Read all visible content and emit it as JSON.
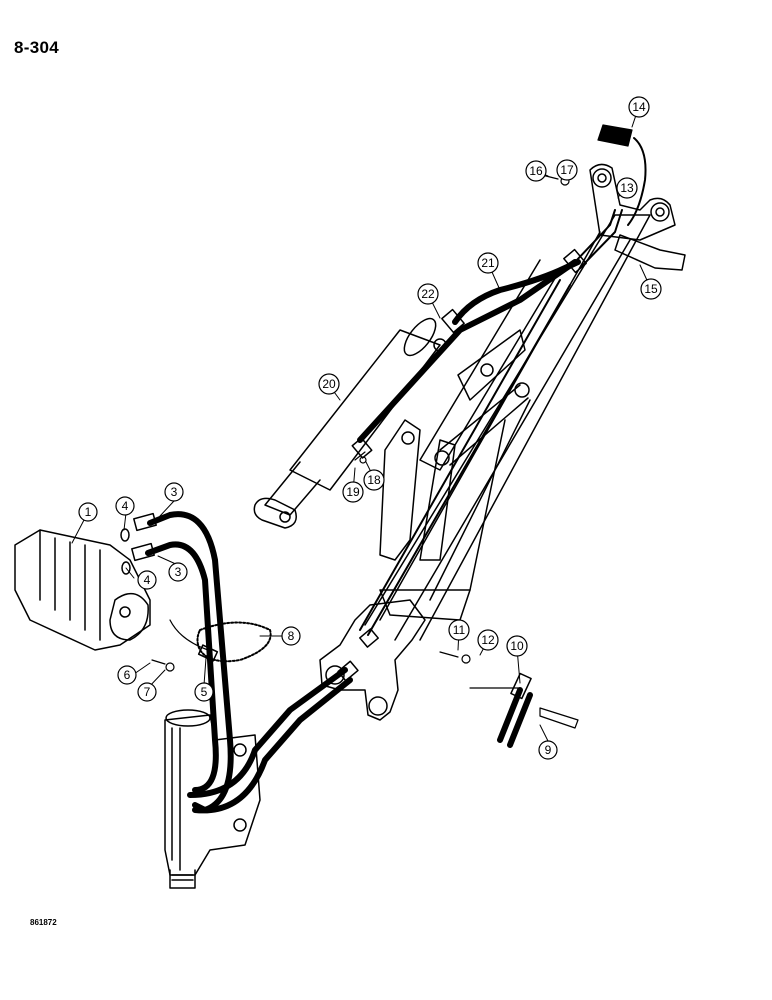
{
  "page_number": "8-304",
  "drawing_id": "861872",
  "callouts": [
    {
      "id": "c1",
      "label": "1"
    },
    {
      "id": "c3a",
      "label": "3"
    },
    {
      "id": "c3b",
      "label": "3"
    },
    {
      "id": "c4a",
      "label": "4"
    },
    {
      "id": "c4b",
      "label": "4"
    },
    {
      "id": "c5",
      "label": "5"
    },
    {
      "id": "c6",
      "label": "6"
    },
    {
      "id": "c7",
      "label": "7"
    },
    {
      "id": "c8",
      "label": "8"
    },
    {
      "id": "c9",
      "label": "9"
    },
    {
      "id": "c10",
      "label": "10"
    },
    {
      "id": "c11",
      "label": "11"
    },
    {
      "id": "c12",
      "label": "12"
    },
    {
      "id": "c13",
      "label": "13"
    },
    {
      "id": "c14",
      "label": "14"
    },
    {
      "id": "c15",
      "label": "15"
    },
    {
      "id": "c16",
      "label": "16"
    },
    {
      "id": "c17",
      "label": "17"
    },
    {
      "id": "c18",
      "label": "18"
    },
    {
      "id": "c19",
      "label": "19"
    },
    {
      "id": "c20",
      "label": "20"
    },
    {
      "id": "c21",
      "label": "21"
    },
    {
      "id": "c22",
      "label": "22"
    }
  ]
}
